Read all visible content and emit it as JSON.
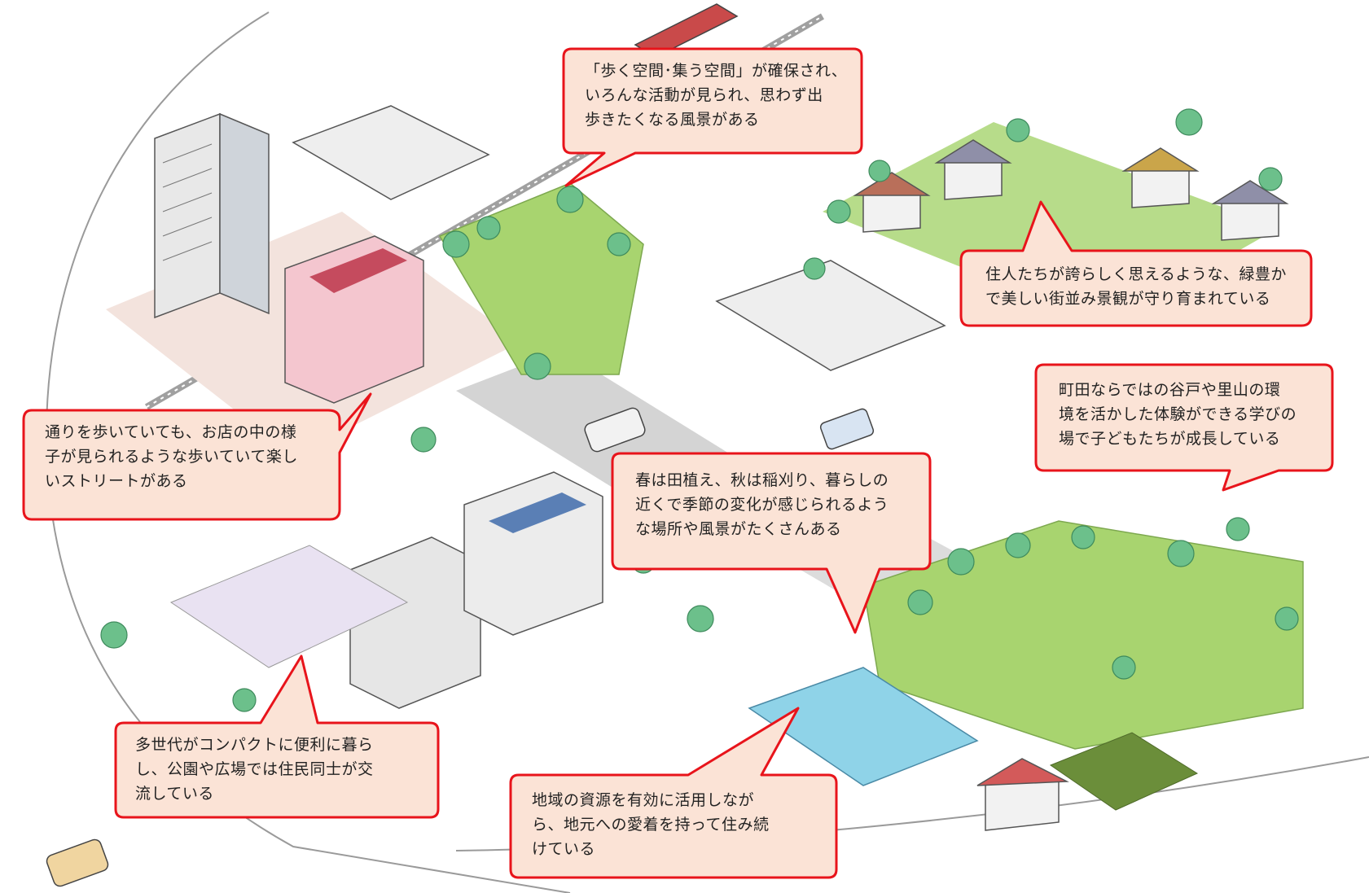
{
  "scene": {
    "colors": {
      "bubble_fill": "#fbe3d6",
      "bubble_border": "#e8141b",
      "grass": "#a8d46f",
      "tree": "#6cc08b",
      "paving": "#f2e9e1",
      "road": "#cfcfcf",
      "rice_paddy": "#8fd3e8"
    },
    "callouts": [
      {
        "id": "walk-gather-space",
        "text": "「歩く空間･集う空間」が確保され、\nいろんな活動が見られ、思わず出\n歩きたくなる風景がある"
      },
      {
        "id": "resident-townscape",
        "text": "住人たちが誇らしく思えるような、緑豊か\nで美しい街並み景観が守り育まれている"
      },
      {
        "id": "satoyama-learning",
        "text": "町田ならではの谷戸や里山の環\n境を活かした体験ができる学びの\n場で子どもたちが成長している"
      },
      {
        "id": "seasonal-change",
        "text": "春は田植え、秋は稲刈り、暮らしの\n近くで季節の変化が感じられるよう\nな場所や風景がたくさんある"
      },
      {
        "id": "pleasant-street",
        "text": "通りを歩いていても、お店の中の様\n子が見られるような歩いていて楽し\nいストリートがある"
      },
      {
        "id": "multi-generation",
        "text": "多世代がコンパクトに便利に暮ら\nし、公園や広場では住民同士が交\n流している"
      },
      {
        "id": "local-resources",
        "text": "地域の資源を有効に活用しなが\nら、地元への愛着を持って住み続\nけている"
      }
    ]
  }
}
